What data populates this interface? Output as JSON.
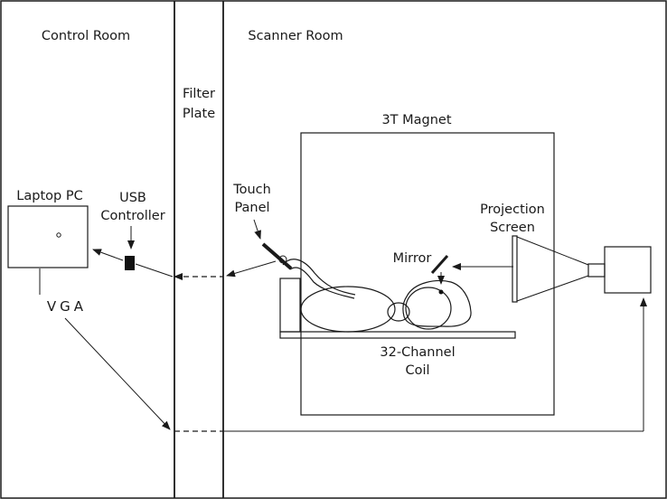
{
  "labels": {
    "control_room": "Control Room",
    "scanner_room": "Scanner Room",
    "filter_plate_1": "Filter",
    "filter_plate_2": "Plate",
    "magnet": "3T Magnet",
    "laptop": "Laptop PC",
    "usb_1": "USB",
    "usb_2": "Controller",
    "touch_1": "Touch",
    "touch_2": "Panel",
    "projection_1": "Projection",
    "projection_2": "Screen",
    "mirror": "Mirror",
    "coil_1": "32-Channel",
    "coil_2": "Coil",
    "vga": "VGA"
  }
}
